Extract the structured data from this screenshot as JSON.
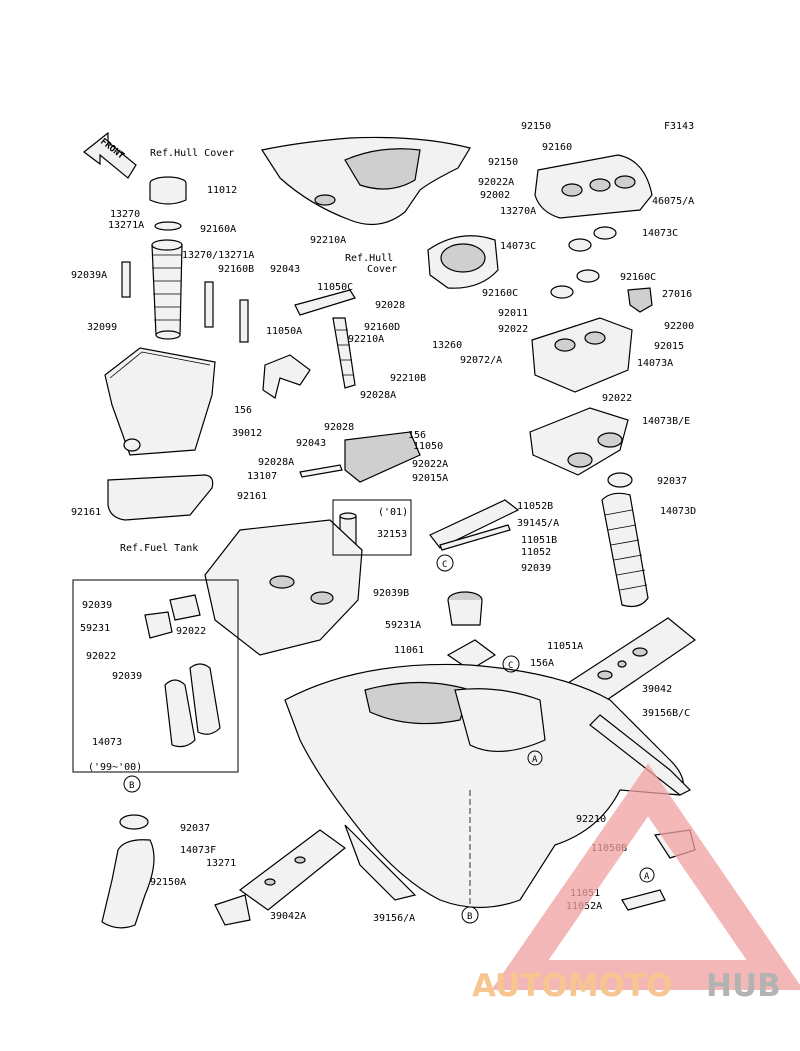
{
  "figure_code": "F3143",
  "front_arrow": "FRONT",
  "refs": {
    "hull_cover_top": "Ref.Hull Cover",
    "hull_cover_mid_1": "Ref.Hull",
    "hull_cover_mid_2": "Cover",
    "fuel_tank": "Ref.Fuel Tank"
  },
  "inset_labels": {
    "model_01": "('01)",
    "model_99_00": "('99~'00)"
  },
  "callouts": {
    "B": "B",
    "C": "C",
    "A": "A"
  },
  "parts": [
    "11012",
    "13270",
    "13271A",
    "92160A",
    "92039A",
    "13270/13271A",
    "92160B",
    "32099",
    "92210A",
    "92043",
    "11050C",
    "92028",
    "92160D",
    "11050A",
    "39012",
    "156",
    "92210A",
    "92210B",
    "92028A",
    "92043",
    "92028",
    "156",
    "11050",
    "92028A",
    "92022A",
    "13107",
    "92015A",
    "92161",
    "92161",
    "92150",
    "92160",
    "92150",
    "92022A",
    "92002",
    "13270A",
    "46075/A",
    "14073C",
    "14073C",
    "92160C",
    "92160C",
    "27016",
    "92011",
    "92022",
    "92200",
    "92015",
    "14073A",
    "13260",
    "92072/A",
    "92022",
    "14073B/E",
    "92037",
    "14073D",
    "32153",
    "11052B",
    "39145/A",
    "11051B",
    "11052",
    "92039",
    "92039B",
    "59231A",
    "11061",
    "92039",
    "59231",
    "92022",
    "92022",
    "92039",
    "14073",
    "11051A",
    "156A",
    "39042",
    "39156B/C",
    "92210",
    "92037",
    "14073F",
    "13271",
    "92150A",
    "39042A",
    "39156/A",
    "11050B",
    "11051",
    "11052A"
  ],
  "watermark": {
    "part1": "AUTOMOTO",
    "part2": "HUB"
  }
}
